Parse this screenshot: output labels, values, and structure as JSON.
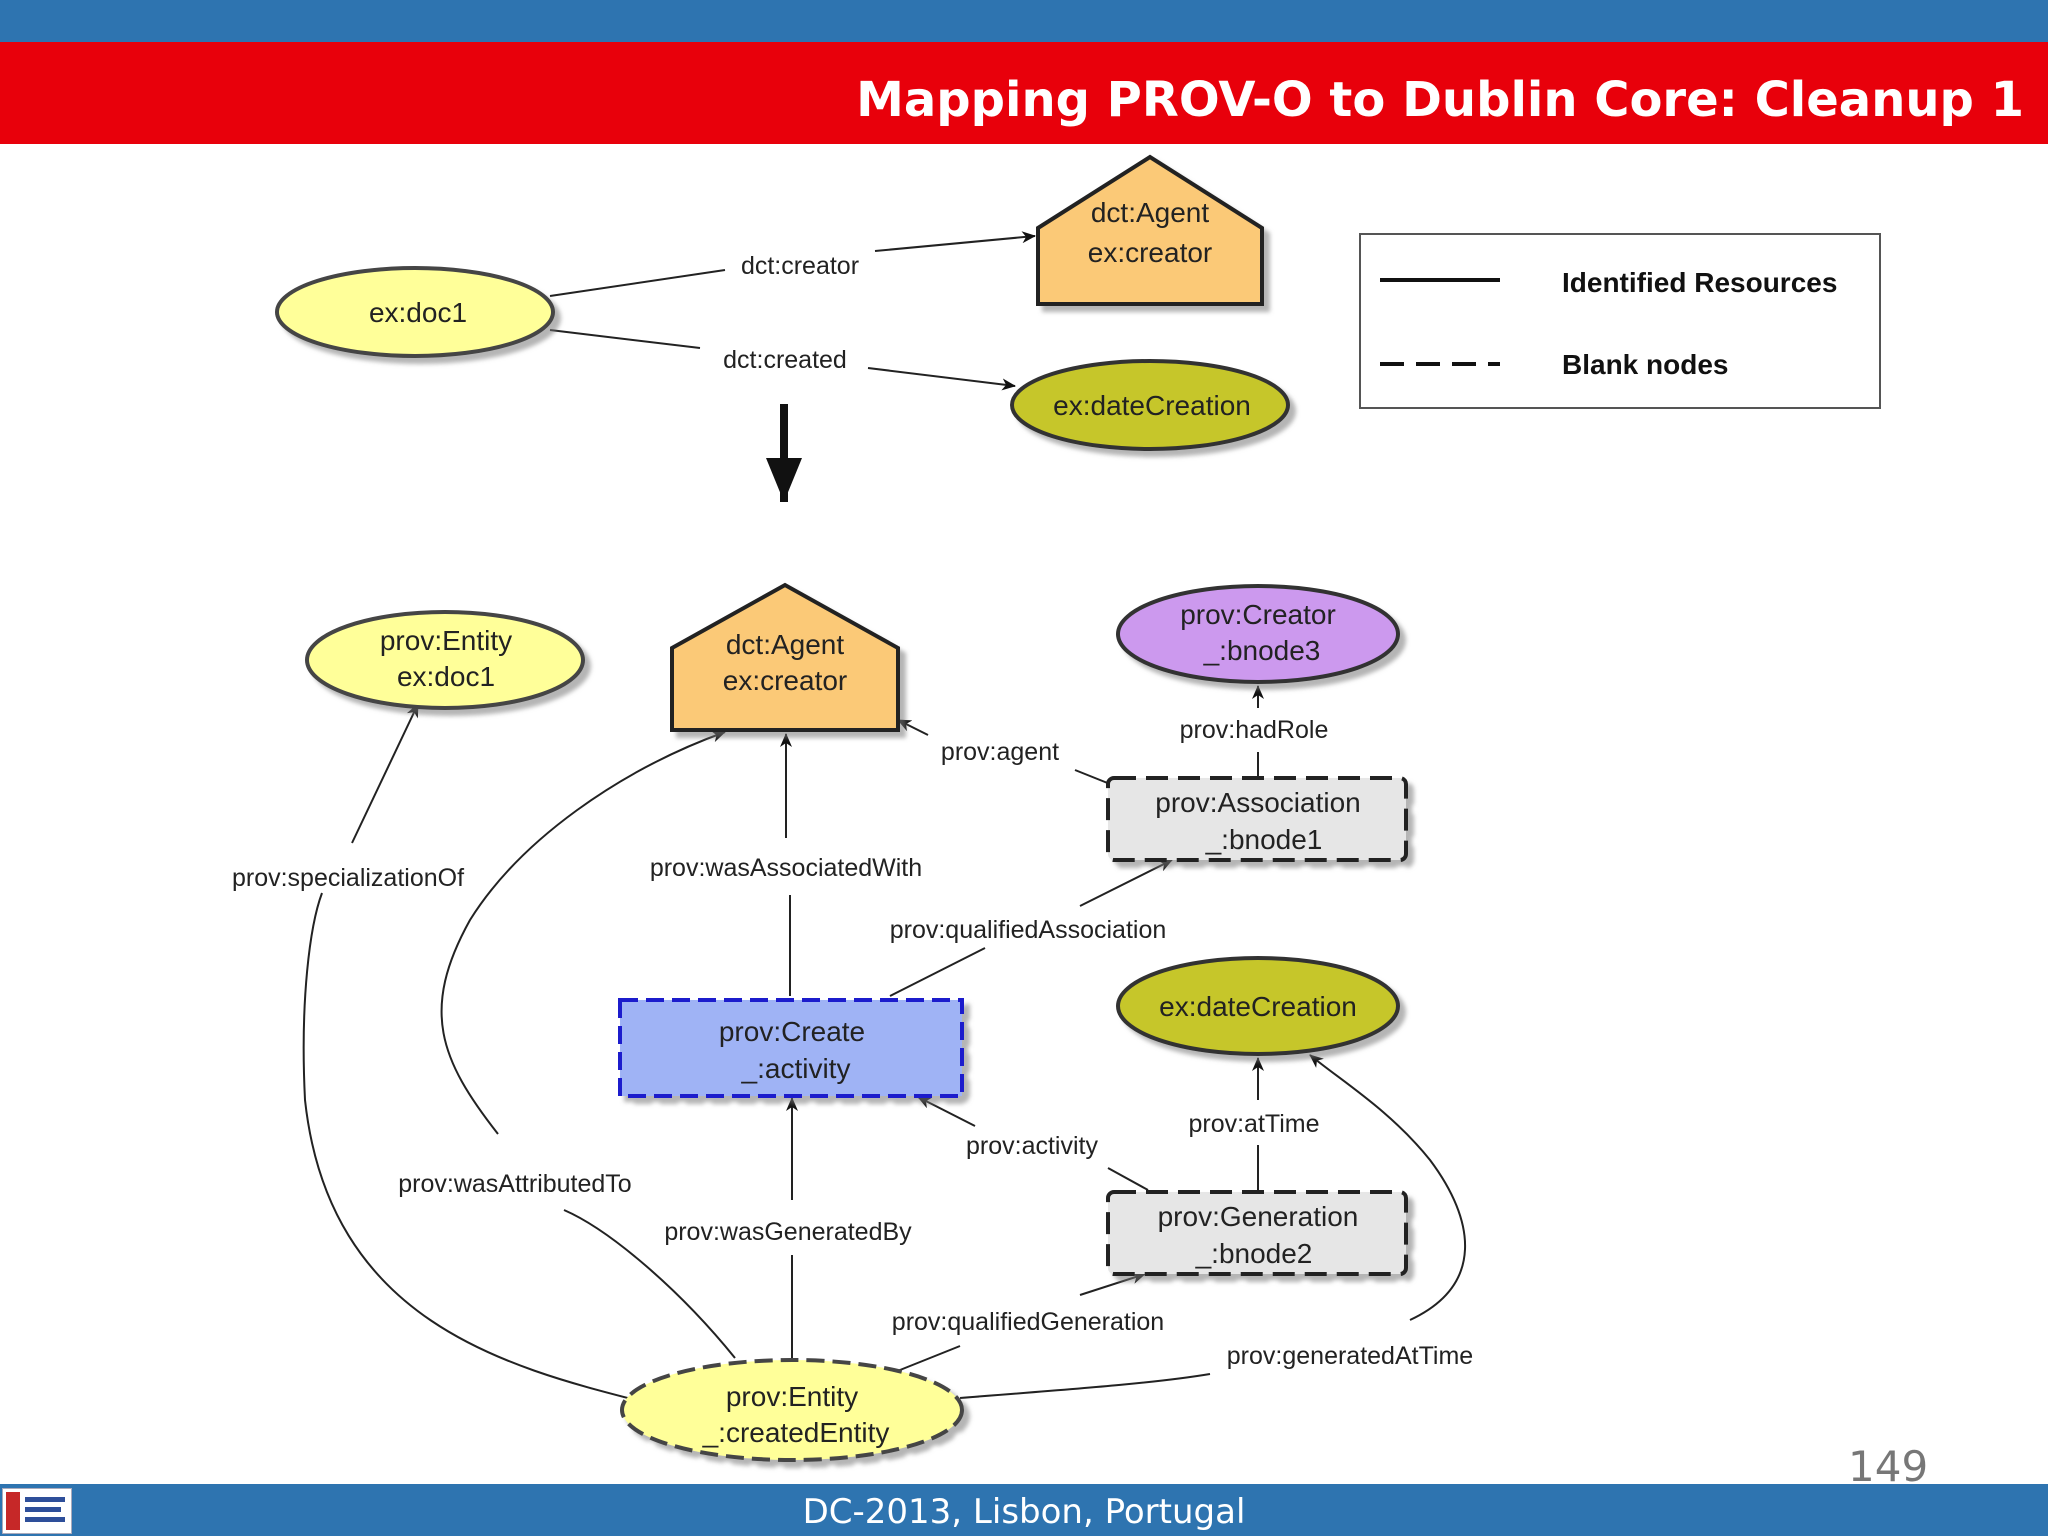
{
  "slide": {
    "title": "Mapping PROV-O to Dublin Core: Cleanup 1",
    "page_number": "149",
    "footer": "DC-2013, Lisbon, Portugal"
  },
  "legend": {
    "identified": "Identified Resources",
    "blank": "Blank nodes"
  },
  "colors": {
    "title_bar": "#e8000b",
    "top_band": "#2e74b0",
    "footer": "#2e74b0",
    "entity_yellow": "#ffff99",
    "agent_orange": "#fbc977",
    "date_olive": "#c6c62a",
    "creator_purple": "#cc99ee",
    "blank_gray": "#e6e6e6",
    "activity_blue": "#9fb3f5"
  },
  "nodes": {
    "doc1_top": "ex:doc1",
    "agent_top_1": "dct:Agent",
    "agent_top_2": "ex:creator",
    "date_top": "ex:dateCreation",
    "entity_doc_1": "prov:Entity",
    "entity_doc_2": "ex:doc1",
    "agent_1": "dct:Agent",
    "agent_2": "ex:creator",
    "creator_1": "prov:Creator",
    "creator_2": "_:bnode3",
    "assoc_1": "prov:Association",
    "assoc_2": "_:bnode1",
    "activity_1": "prov:Create",
    "activity_2": "_:activity",
    "date": "ex:dateCreation",
    "generation_1": "prov:Generation",
    "generation_2": "_:bnode2",
    "created_1": "prov:Entity",
    "created_2": "_:createdEntity"
  },
  "edges": {
    "creator": "dct:creator",
    "created": "dct:created",
    "agent": "prov:agent",
    "hadRole": "prov:hadRole",
    "specializationOf": "prov:specializationOf",
    "wasAssociatedWith": "prov:wasAssociatedWith",
    "qualifiedAssociation": "prov:qualifiedAssociation",
    "atTime": "prov:atTime",
    "activity": "prov:activity",
    "wasAttributedTo": "prov:wasAttributedTo",
    "wasGeneratedBy": "prov:wasGeneratedBy",
    "qualifiedGeneration": "prov:qualifiedGeneration",
    "generatedAtTime": "prov:generatedAtTime"
  }
}
